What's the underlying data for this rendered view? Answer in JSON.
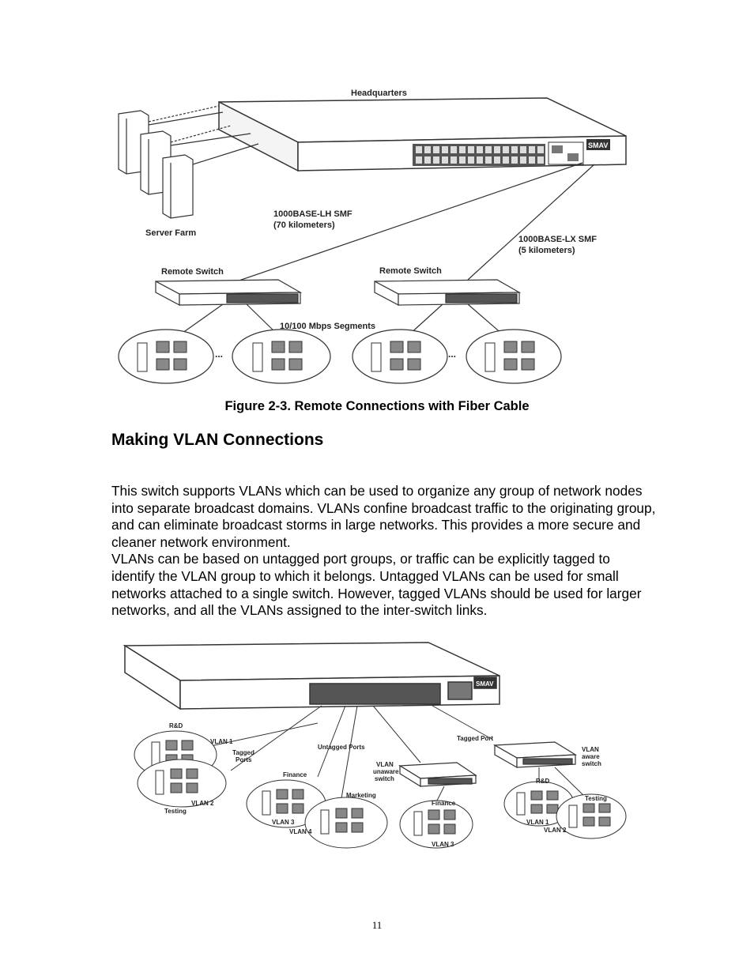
{
  "figure1": {
    "labels": {
      "headquarters": "Headquarters",
      "server_farm": "Server Farm",
      "lh_smf": "1000BASE-LH SMF",
      "lh_dist": "(70 kilometers)",
      "lx_smf": "1000BASE-LX SMF",
      "lx_dist": "(5 kilometers)",
      "remote_switch_left": "Remote Switch",
      "remote_switch_right": "Remote Switch",
      "segments": "10/100 Mbps Segments",
      "ellipsis_left": "...",
      "ellipsis_right": "...",
      "brand": "SMAV"
    },
    "caption": "Figure 2-3. Remote Connections with Fiber Cable"
  },
  "section": {
    "heading": "Making VLAN Connections",
    "paragraph1": "This switch supports VLANs which can be used to organize any group of network nodes into separate broadcast domains. VLANs confine broadcast traffic to the originating group, and can eliminate broadcast storms in large networks. This provides a more secure and cleaner network environment.",
    "paragraph2": "VLANs can be based on untagged port groups, or traffic can be explicitly tagged to identify the VLAN group to which it belongs. Untagged VLANs can be used for small networks attached to a single switch. However, tagged VLANs should be used for larger networks, and all the VLANs assigned to the inter-switch links."
  },
  "figure2": {
    "labels": {
      "rd_left": "R&D",
      "vlan1_left": "VLAN 1",
      "tagged_ports_1": "Tagged",
      "tagged_ports_2": "Ports",
      "vlan2_left": "VLAN 2",
      "testing_left": "Testing",
      "untagged_ports": "Untagged Ports",
      "finance_left": "Finance",
      "vlan3_left": "VLAN 3",
      "vlan4": "VLAN 4",
      "marketing": "Marketing",
      "vlan_unaware_1": "VLAN",
      "vlan_unaware_2": "unaware",
      "vlan_unaware_3": "switch",
      "finance_mid": "Finance",
      "vlan3_mid": "VLAN 3",
      "tagged_port": "Tagged Port",
      "vlan_aware_1": "VLAN",
      "vlan_aware_2": "aware",
      "vlan_aware_3": "switch",
      "rd_right": "R&D",
      "testing_right": "Testing",
      "vlan1_right": "VLAN 1",
      "vlan2_right": "VLAN 2",
      "brand": "SMAV"
    }
  },
  "page_number": "11"
}
